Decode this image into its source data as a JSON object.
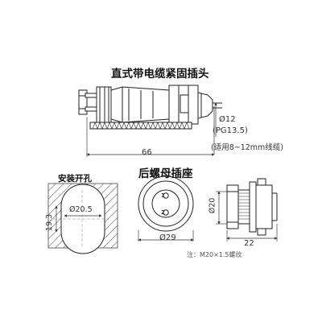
{
  "titles": {
    "plug": "直式带电缆紧固插头",
    "socket": "后螺母插座",
    "panel_cutout": "安装开孔"
  },
  "dimensions": {
    "plug_length": "66",
    "cable_diameter": "Ø12",
    "thread": "(PG13.5)",
    "cable_range": "(适用8~12mm线缆)",
    "hole_diameter": "Ø20.5",
    "hole_flat": "19.3",
    "socket_front_diameter": "Ø29",
    "socket_side_diameter": "Ø20",
    "socket_side_length": "22"
  },
  "pins": [
    "1",
    "2"
  ],
  "note": "注：M20×1.5螺纹"
}
